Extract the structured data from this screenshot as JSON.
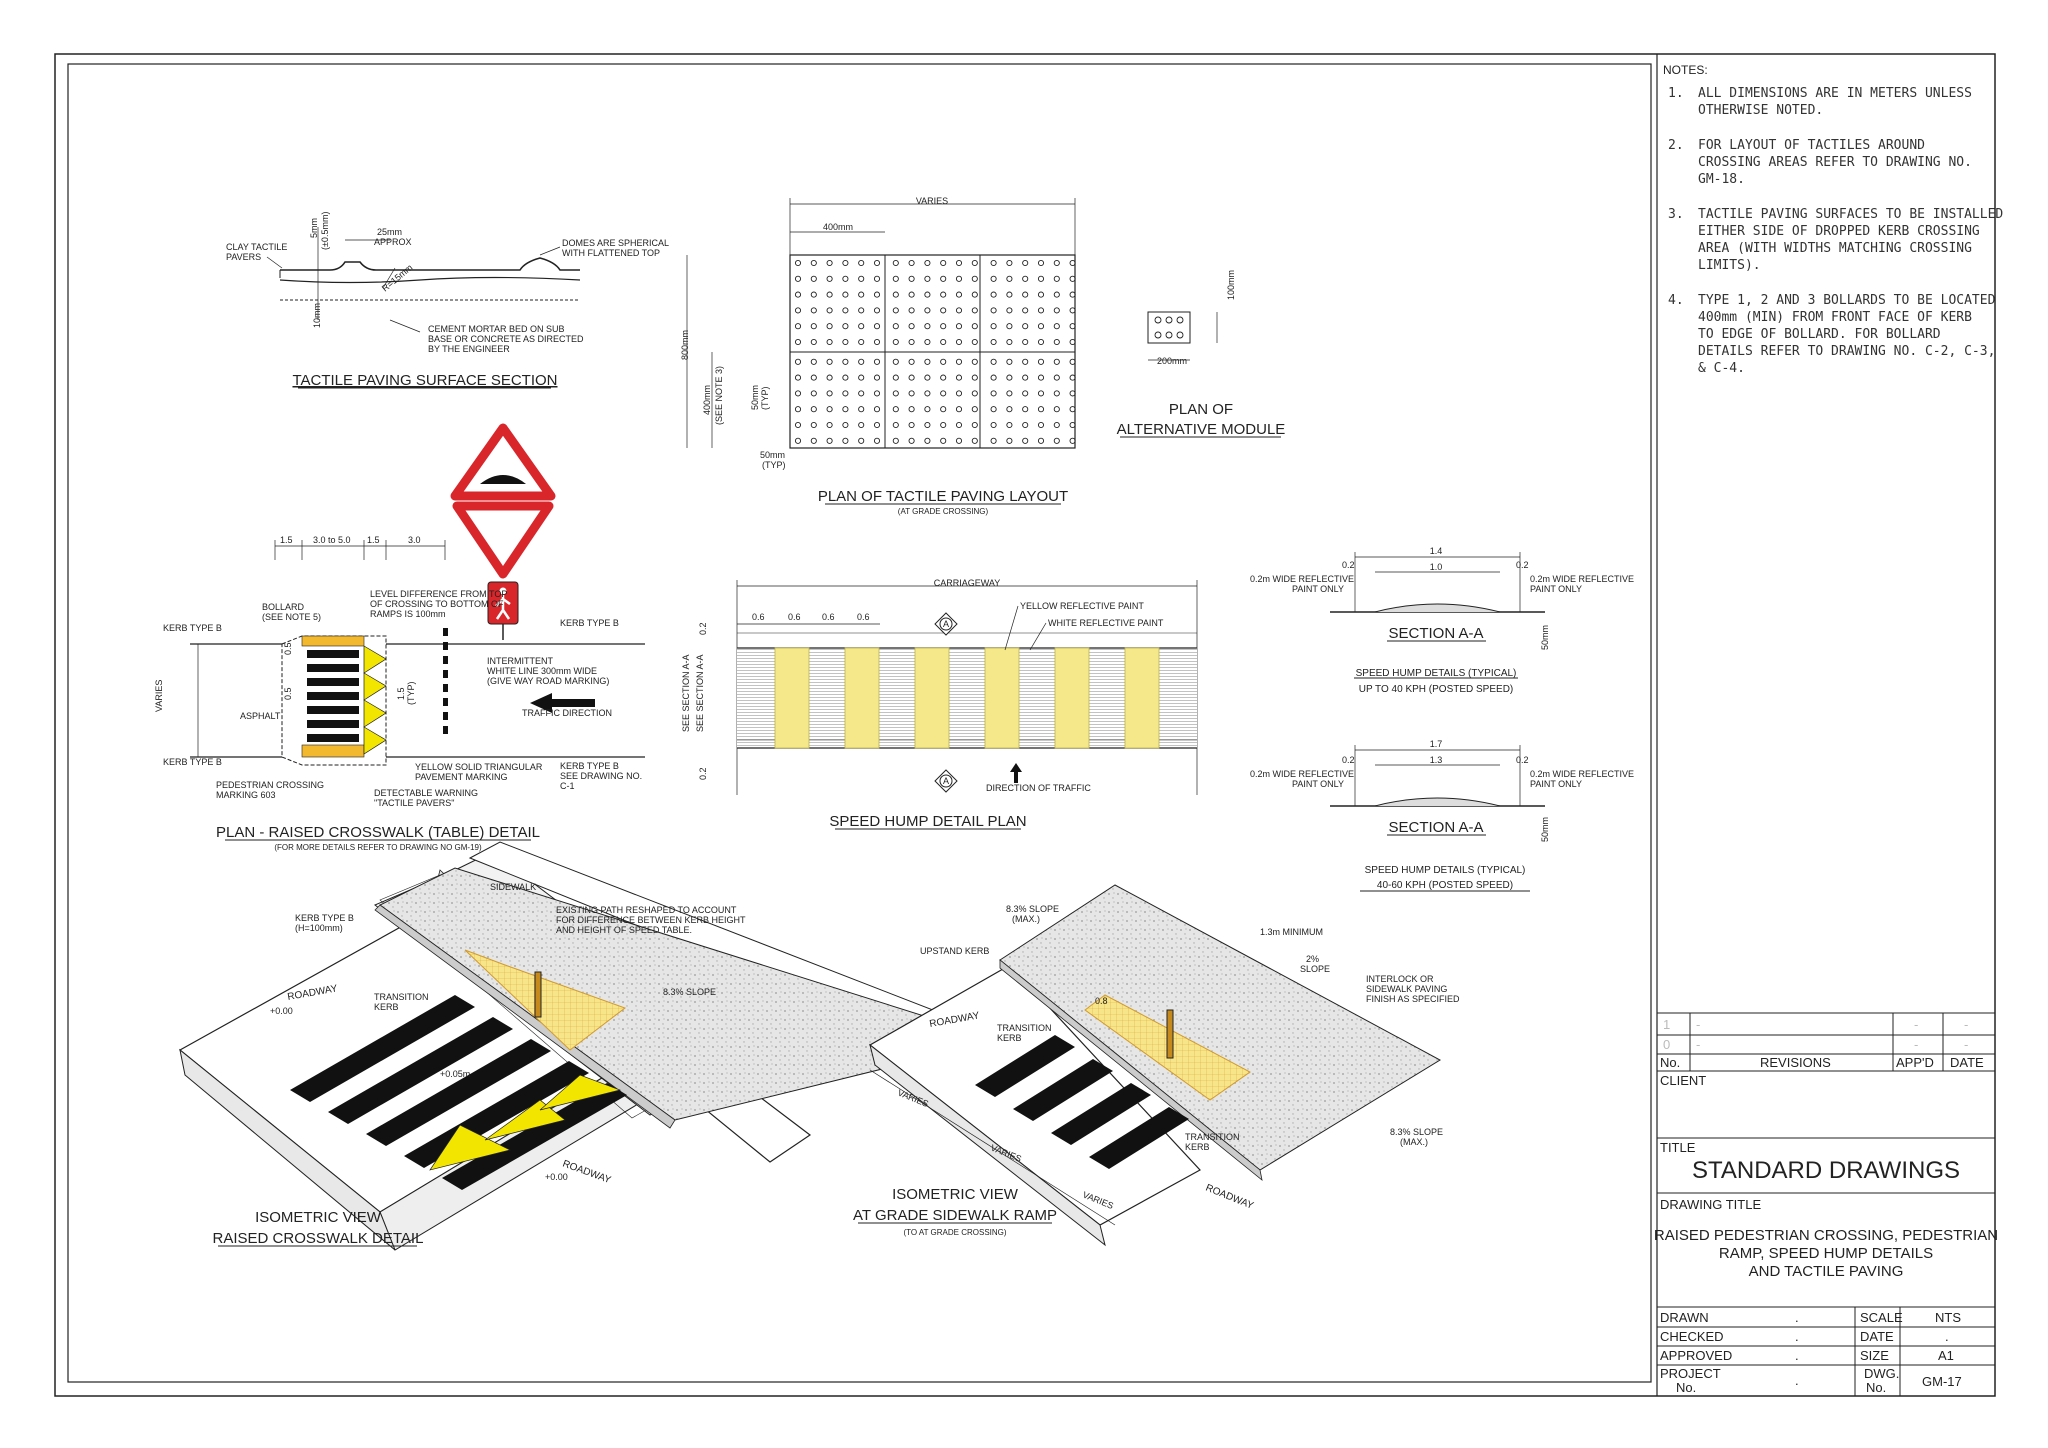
{
  "notes": {
    "heading": "NOTES:",
    "items": [
      {
        "num": "1.",
        "lines": [
          "ALL DIMENSIONS ARE IN METERS UNLESS",
          "OTHERWISE NOTED."
        ]
      },
      {
        "num": "2.",
        "lines": [
          "FOR LAYOUT OF TACTILES AROUND",
          "CROSSING AREAS REFER TO DRAWING NO.",
          "GM-18."
        ]
      },
      {
        "num": "3.",
        "lines": [
          "TACTILE PAVING SURFACES TO BE INSTALLED",
          "EITHER SIDE OF DROPPED KERB CROSSING",
          "AREA (WITH WIDTHS MATCHING CROSSING",
          "LIMITS)."
        ]
      },
      {
        "num": "4.",
        "lines": [
          "TYPE 1, 2 AND 3 BOLLARDS TO BE LOCATED",
          "400mm (MIN) FROM FRONT FACE OF KERB",
          "TO EDGE OF BOLLARD. FOR BOLLARD",
          "DETAILS REFER TO DRAWING NO. C-2, C-3,",
          "& C-4."
        ]
      }
    ]
  },
  "revisions": {
    "rows": [
      {
        "no": "1",
        "desc": "-",
        "appd": "-",
        "date": "-"
      },
      {
        "no": "0",
        "desc": "-",
        "appd": "-",
        "date": "-"
      }
    ],
    "headers": {
      "no": "No.",
      "desc": "REVISIONS",
      "appd": "APP'D",
      "date": "DATE"
    }
  },
  "title_block": {
    "client_label": "CLIENT",
    "title_label": "TITLE",
    "title": "STANDARD DRAWINGS",
    "drawing_title_label": "DRAWING TITLE",
    "drawing_title_lines": [
      "RAISED PEDESTRIAN CROSSING, PEDESTRIAN",
      "RAMP,  SPEED HUMP DETAILS",
      "AND TACTILE PAVING"
    ],
    "drawn_label": "DRAWN",
    "drawn": ".",
    "checked_label": "CHECKED",
    "checked": ".",
    "approved_label": "APPROVED",
    "approved": ".",
    "project_label_1": "PROJECT",
    "project_label_2": "No.",
    "project": ".",
    "scale_label": "SCALE",
    "scale": "NTS",
    "date_label": "DATE",
    "date": ".",
    "size_label": "SIZE",
    "size": "A1",
    "dwg_label_1": "DWG.",
    "dwg_label_2": "No.",
    "dwg": "GM-17"
  },
  "tactile_section": {
    "title": "TACTILE PAVING SURFACE SECTION",
    "labels": {
      "clay": [
        "CLAY TACTILE",
        "PAVERS"
      ],
      "domes": [
        "DOMES ARE SPHERICAL",
        "WITH FLATTENED TOP"
      ],
      "cement": [
        "CEMENT MORTAR BED ON SUB",
        "BASE OR CONCRETE AS DIRECTED",
        "BY THE ENGINEER"
      ],
      "dim_25": "25mm",
      "dim_approx": "APPROX",
      "dim_5": "5mm",
      "dim_05": "(±0.5mm)",
      "dim_r": "R=15mm",
      "dim_10": "10mm"
    }
  },
  "tactile_layout": {
    "title": "PLAN OF TACTILE PAVING LAYOUT",
    "subtitle": "(AT GRADE CROSSING)",
    "labels": {
      "varies": "VARIES",
      "w400": "400mm",
      "h800": "800mm",
      "h400": "400mm",
      "see_note": "(SEE NOTE 3)",
      "d50": "50mm",
      "typ": "(TYP)",
      "b50": "50mm",
      "btyp": "(TYP)"
    }
  },
  "alt_module": {
    "title_1": "PLAN OF",
    "title_2": "ALTERNATIVE MODULE",
    "dim_w": "200mm",
    "dim_h": "100mm"
  },
  "crosswalk_plan": {
    "title": "PLAN - RAISED CROSSWALK (TABLE) DETAIL",
    "subtitle": "(FOR MORE DETAILS REFER TO DRAWING NO GM-19)",
    "dims": [
      "1.5",
      "3.0 to 5.0",
      "1.5",
      "3.0"
    ],
    "labels": {
      "bollard": [
        "BOLLARD",
        "(SEE NOTE 5)"
      ],
      "level": [
        "LEVEL DIFFERENCE FROM TOP",
        "OF CROSSING TO BOTTOM OF",
        "RAMPS IS 100mm"
      ],
      "kerb_b_tl": "KERB TYPE B",
      "kerb_b_tr": "KERB TYPE B",
      "kerb_b_bl": "KERB TYPE B",
      "kerb_b_br": [
        "KERB TYPE B",
        "SEE DRAWING NO.",
        "C-1"
      ],
      "intermittent": [
        "INTERMITTENT",
        "WHITE LINE 300mm WIDE",
        "(GIVE WAY ROAD MARKING)"
      ],
      "traffic": "TRAFFIC DIRECTION",
      "asphalt": "ASPHALT",
      "varies": "VARIES",
      "ped": [
        "PEDESTRIAN CROSSING",
        "MARKING 603"
      ],
      "yellow": [
        "YELLOW SOLID TRIANGULAR",
        "PAVEMENT MARKING"
      ],
      "detect": [
        "DETECTABLE WARNING",
        "\"TACTILE PAVERS\""
      ],
      "d05a": "0.5",
      "d05b": "0.5",
      "d15": "1.5",
      "dtyp": "(TYP)"
    }
  },
  "speed_hump_plan": {
    "title": "SPEED HUMP DETAIL PLAN",
    "labels": {
      "carriageway": "CARRIAGEWAY",
      "yellow": "YELLOW REFLECTIVE PAINT",
      "white": "WHITE REFLECTIVE PAINT",
      "direction": "DIRECTION OF TRAFFIC",
      "d06": [
        "0.6",
        "0.6",
        "0.6",
        "0.6"
      ],
      "d02a": "0.2",
      "d02b": "0.2",
      "sec1": "SEE SECTION A-A",
      "sec2": "SEE SECTION A-A",
      "marker": "A"
    }
  },
  "section_1": {
    "title": "SECTION  A-A",
    "caption_1": "SPEED HUMP DETAILS (TYPICAL)",
    "caption_2": "UP TO 40 KPH (POSTED SPEED)",
    "top_dim": "1.4",
    "mid_dim": "1.0",
    "left_dim": "0.2",
    "right_dim": "0.2",
    "left_note": [
      "0.2m WIDE REFLECTIVE",
      "PAINT ONLY"
    ],
    "right_note": [
      "0.2m WIDE REFLECTIVE",
      "PAINT ONLY"
    ],
    "h_dim": "50mm"
  },
  "section_2": {
    "title": "SECTION  A-A",
    "caption_1": "SPEED HUMP DETAILS (TYPICAL)",
    "caption_2": "40-60 KPH (POSTED SPEED)",
    "top_dim": "1.7",
    "mid_dim": "1.3",
    "left_dim": "0.2",
    "right_dim": "0.2",
    "left_note": [
      "0.2m WIDE REFLECTIVE",
      "PAINT ONLY"
    ],
    "right_note": [
      "0.2m WIDE REFLECTIVE",
      "PAINT ONLY"
    ],
    "h_dim": "50mm"
  },
  "iso_1": {
    "title_1": "ISOMETRIC VIEW",
    "title_2": "RAISED CROSSWALK DETAIL",
    "labels": {
      "sidewalk": "SIDEWALK",
      "kerb": [
        "KERB TYPE B",
        "(H=100mm)"
      ],
      "existing": [
        "EXISTING PATH RESHAPED TO ACCOUNT",
        "FOR DIFFERENCE BETWEEN KERB HEIGHT",
        "AND HEIGHT OF SPEED TABLE."
      ],
      "roadway_a": "ROADWAY",
      "p000a": "+0.00",
      "transition": [
        "TRANSITION",
        "KERB"
      ],
      "slope": "8.3% SLOPE",
      "p005": "+0.05m",
      "roadway_b": "ROADWAY",
      "p000b": "+0.00"
    }
  },
  "iso_2": {
    "title_1": "ISOMETRIC VIEW",
    "title_2": "AT GRADE SIDEWALK RAMP",
    "subtitle": "(TO AT GRADE CROSSING)",
    "labels": {
      "slope_top": [
        "8.3% SLOPE",
        "(MAX.)"
      ],
      "min13": "1.3m MINIMUM",
      "two": [
        "2%",
        "SLOPE"
      ],
      "upstand": "UPSTAND KERB",
      "interlock": [
        "INTERLOCK OR",
        "SIDEWALK PAVING",
        "FINISH AS SPECIFIED"
      ],
      "roadway_a": "ROADWAY",
      "transition_a": [
        "TRANSITION",
        "KERB"
      ],
      "d08": "0.8",
      "transition_b": [
        "TRANSITION",
        "KERB"
      ],
      "slope_bot": [
        "8.3% SLOPE",
        "(MAX.)"
      ],
      "varies_a": "VARIES",
      "varies_b": "VARIES",
      "varies_c": "VARIES",
      "roadway_b": "ROADWAY"
    }
  },
  "colors": {
    "yellow_fill": "#f5e88a",
    "tactile_yellow": "#f2b82e",
    "triangle_yellow": "#f2e600",
    "sign_red": "#d9262b"
  }
}
